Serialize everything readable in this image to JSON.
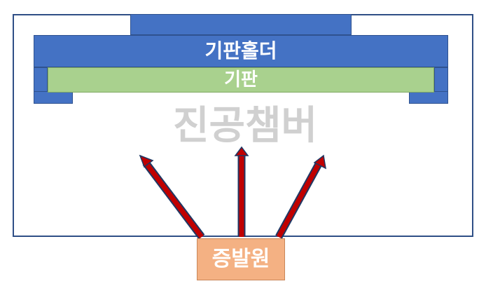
{
  "labels": {
    "holder": "기판홀더",
    "substrate": "기판",
    "chamber": "진공챔버",
    "source": "증발원"
  },
  "colors": {
    "holder_fill": "#4472c4",
    "substrate_fill": "#a9d18e",
    "source_fill": "#f4b183",
    "arrow_fill": "#c00000",
    "arrow_outline": "#1f3864",
    "chamber_border": "#2f4f86",
    "chamber_text": "#d0d0d0"
  },
  "icons": {
    "arrow": "arrow-up-icon"
  }
}
